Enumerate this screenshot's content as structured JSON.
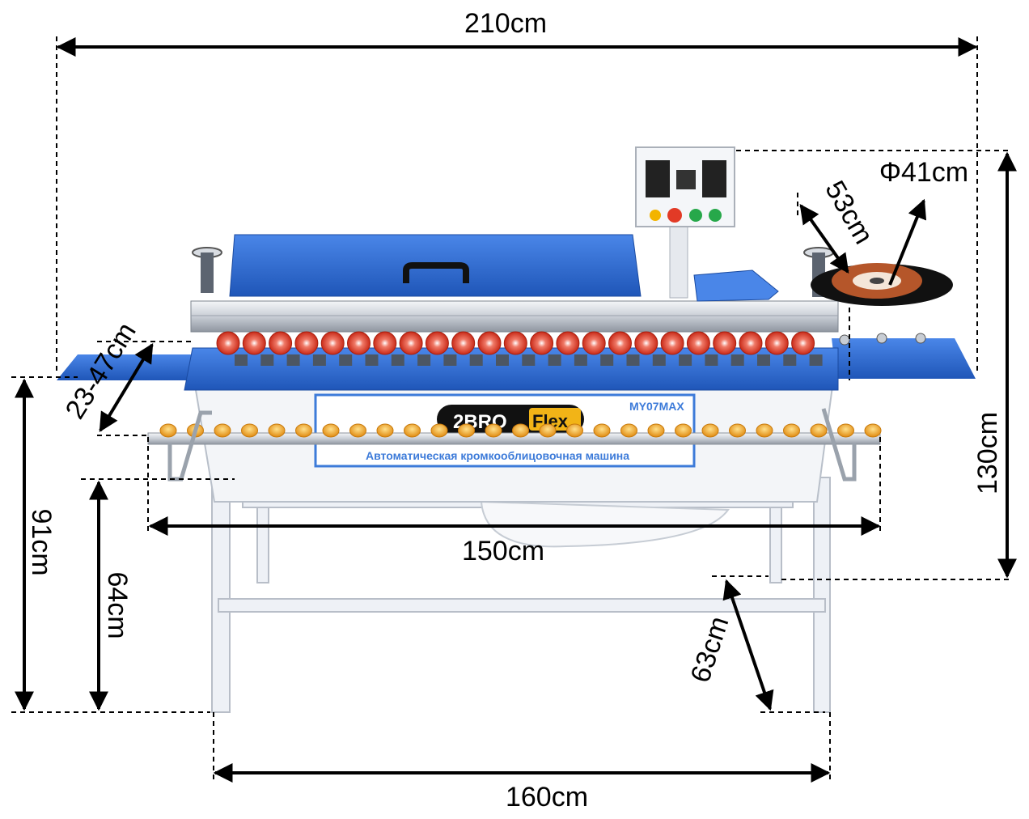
{
  "dimensions": {
    "overall_width": "210cm",
    "overall_height": "130cm",
    "table_height": "91cm",
    "lower_height": "64cm",
    "conveyor_length": "150cm",
    "base_width": "160cm",
    "depth": "63cm",
    "panel_height": "23-47cm",
    "disc_diameter": "Φ41cm",
    "feeder_length": "53cm"
  },
  "machine": {
    "brand_left": "2BRO",
    "brand_right": "Flex",
    "model": "MY07MAX",
    "description": "Автоматическая кромкооблицовочная машина"
  },
  "colors": {
    "machine_blue": "#2f6fd6",
    "roller_red": "#e8402c",
    "roller_orange": "#f0a21c",
    "frame_white": "#eef1f6"
  },
  "icons": [
    "handwheel-icon",
    "emergency-stop-icon",
    "start-button-icon",
    "power-indicator-icon"
  ]
}
